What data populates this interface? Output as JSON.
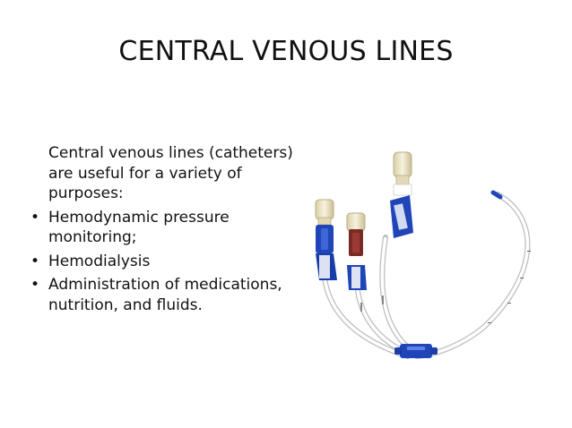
{
  "slide": {
    "title": "CENTRAL VENOUS LINES",
    "intro": "Central venous lines (catheters) are useful for a variety of purposes:",
    "bullets": [
      {
        "marker": "•",
        "text": "Hemodynamic pressure monitoring;"
      },
      {
        "marker": "•",
        "text": "Hemodialysis"
      },
      {
        "marker": "•",
        "text": "Administration of medications, nutrition, and fluids."
      }
    ]
  },
  "colors": {
    "background": "#ffffff",
    "text": "#111111",
    "clamp_blue": "#1f45b8",
    "hub_brown": "#7a2a25",
    "tubing": "#f2f2f2",
    "cap_clear": "#e9e2c8"
  },
  "image": {
    "subject": "triple-lumen central venous catheter",
    "icon": "catheter-photo"
  }
}
